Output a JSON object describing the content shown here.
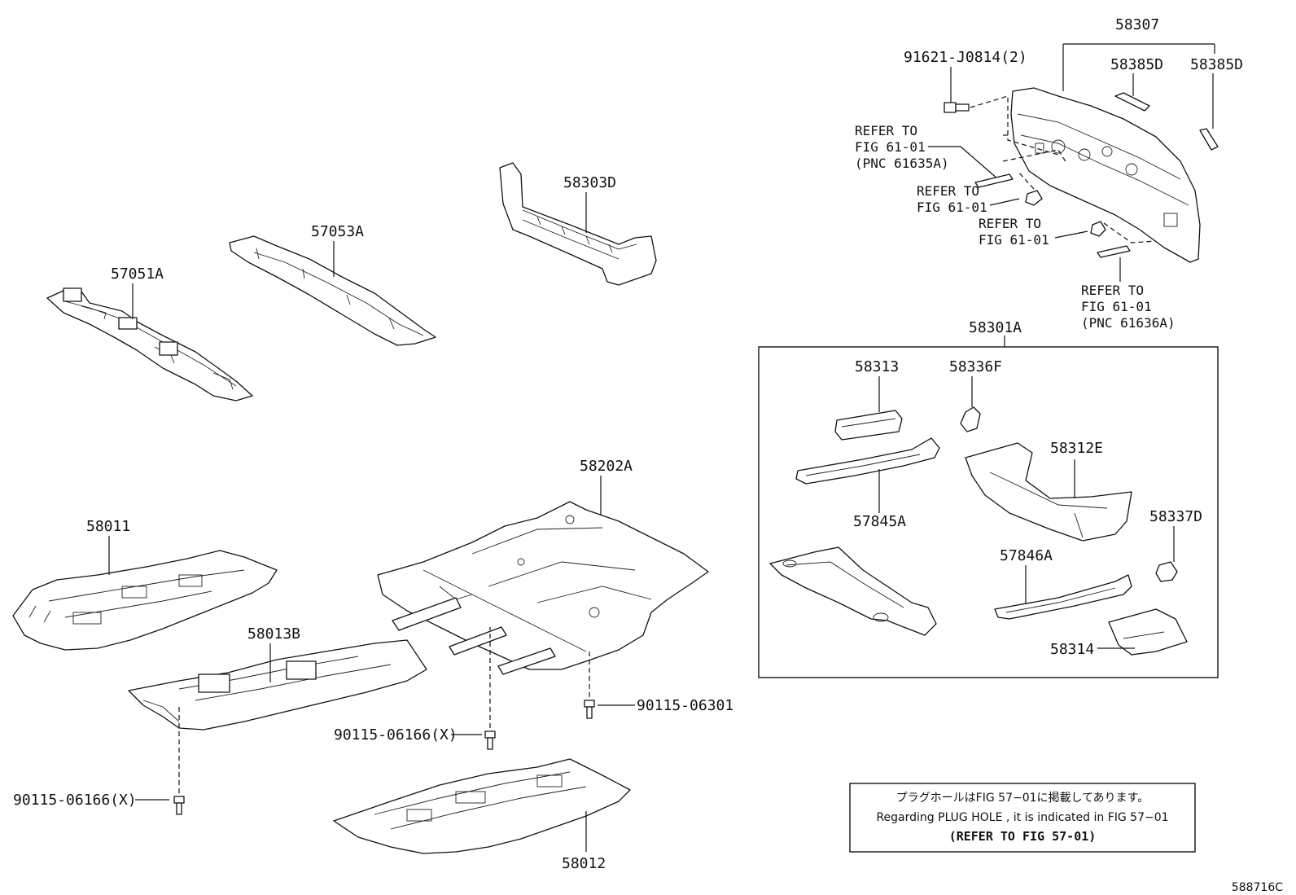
{
  "labels": {
    "p58307": "58307",
    "p91621": "91621-J0814(2)",
    "p58385D_a": "58385D",
    "p58385D_b": "58385D",
    "p58303D": "58303D",
    "p57053A": "57053A",
    "p57051A": "57051A",
    "p58301A": "58301A",
    "p58313": "58313",
    "p58336F": "58336F",
    "p58312E": "58312E",
    "p57845A": "57845A",
    "p58337D": "58337D",
    "p57846A": "57846A",
    "p58314": "58314",
    "p58202A": "58202A",
    "p58011": "58011",
    "p58013B": "58013B",
    "p90115_06301": "90115-06301",
    "p90115_06166_a": "90115-06166(X)",
    "p90115_06166_b": "90115-06166(X)",
    "p58012": "58012",
    "catalog_code": "588716C"
  },
  "refs": {
    "r1_l1": "REFER TO",
    "r1_l2": "FIG 61-01",
    "r1_l3": "(PNC 61635A)",
    "r2_l1": "REFER TO",
    "r2_l2": "FIG 61-01",
    "r3_l1": "REFER TO",
    "r3_l2": "FIG 61-01",
    "r4_l1": "REFER TO",
    "r4_l2": "FIG 61-01",
    "r4_l3": "(PNC 61636A)"
  },
  "note": {
    "jp": "プラグホールはFIG 57−01に掲載してあります。",
    "en": "Regarding  PLUG  HOLE , it is indicated in FIG  57−01",
    "ref": "(REFER TO FIG 57-01)"
  }
}
